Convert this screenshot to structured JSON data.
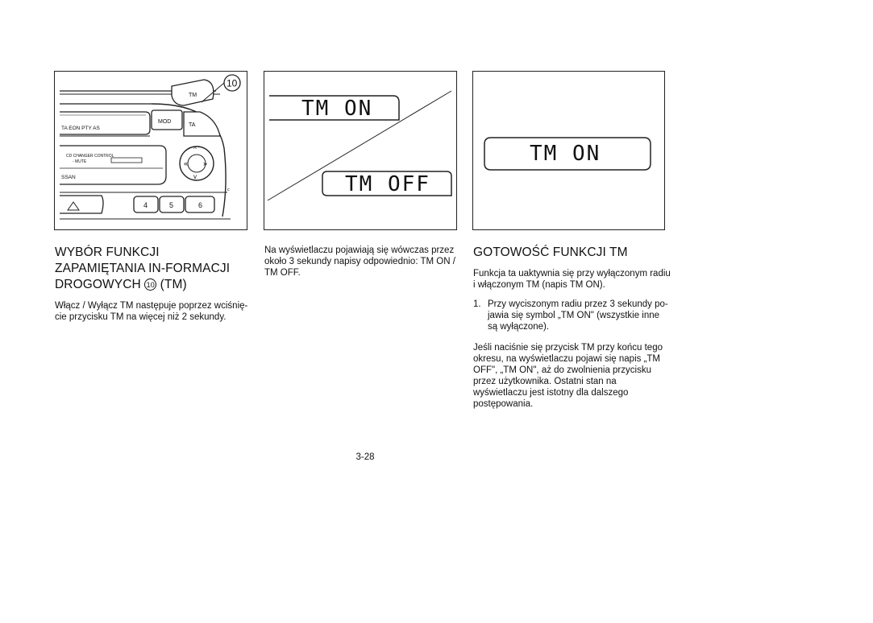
{
  "figures": {
    "radio": {
      "callout_number": "10",
      "labels": {
        "tm": "TM",
        "mod": "MOD",
        "ta": "TA",
        "ta_eon": "TA  EON  PTY  AS",
        "cd_changer": "CD CHANGER CONTROL",
        "mute": "- MUTE",
        "brand": "SSAN",
        "preset_4": "4",
        "preset_5": "5",
        "preset_6": "6"
      }
    },
    "display_toggle": {
      "top_lcd": "TM ON",
      "bottom_lcd": "TM OFF"
    },
    "display_ready": {
      "lcd": "TM ON"
    }
  },
  "col1": {
    "heading_part1": "WYBÓR FUNKCJI ZAPAMIĘTANIA IN-FORMACJI DROGOWYCH",
    "heading_circle": "10",
    "heading_part2": "(TM)",
    "para1": "Włącz / Wyłącz TM następuje poprzez wciśnię-cie przycisku TM na więcej niż 2 sekundy."
  },
  "col2": {
    "para1": "Na wyświetlaczu pojawiają się wówczas przez około 3 sekundy napisy odpowiednio: TM ON / TM OFF."
  },
  "col3": {
    "heading": "GOTOWOŚĆ FUNKCJI TM",
    "para1": "Funkcja ta uaktywnia się przy wyłączonym radiu i włączonym TM (napis TM ON).",
    "list_num": "1.",
    "list_text": "Przy wyciszonym radiu przez 3 sekundy po-jawia się symbol „TM ON\" (wszystkie inne są wyłączone).",
    "para2": "Jeśli naciśnie się przycisk TM przy końcu tego okresu, na wyświetlaczu pojawi się napis „TM OFF\", „TM ON\", aż do zwolnienia przycisku przez użytkownika. Ostatni stan na wyświetlaczu jest istotny dla dalszego postępowania."
  },
  "page_number": "3-28"
}
